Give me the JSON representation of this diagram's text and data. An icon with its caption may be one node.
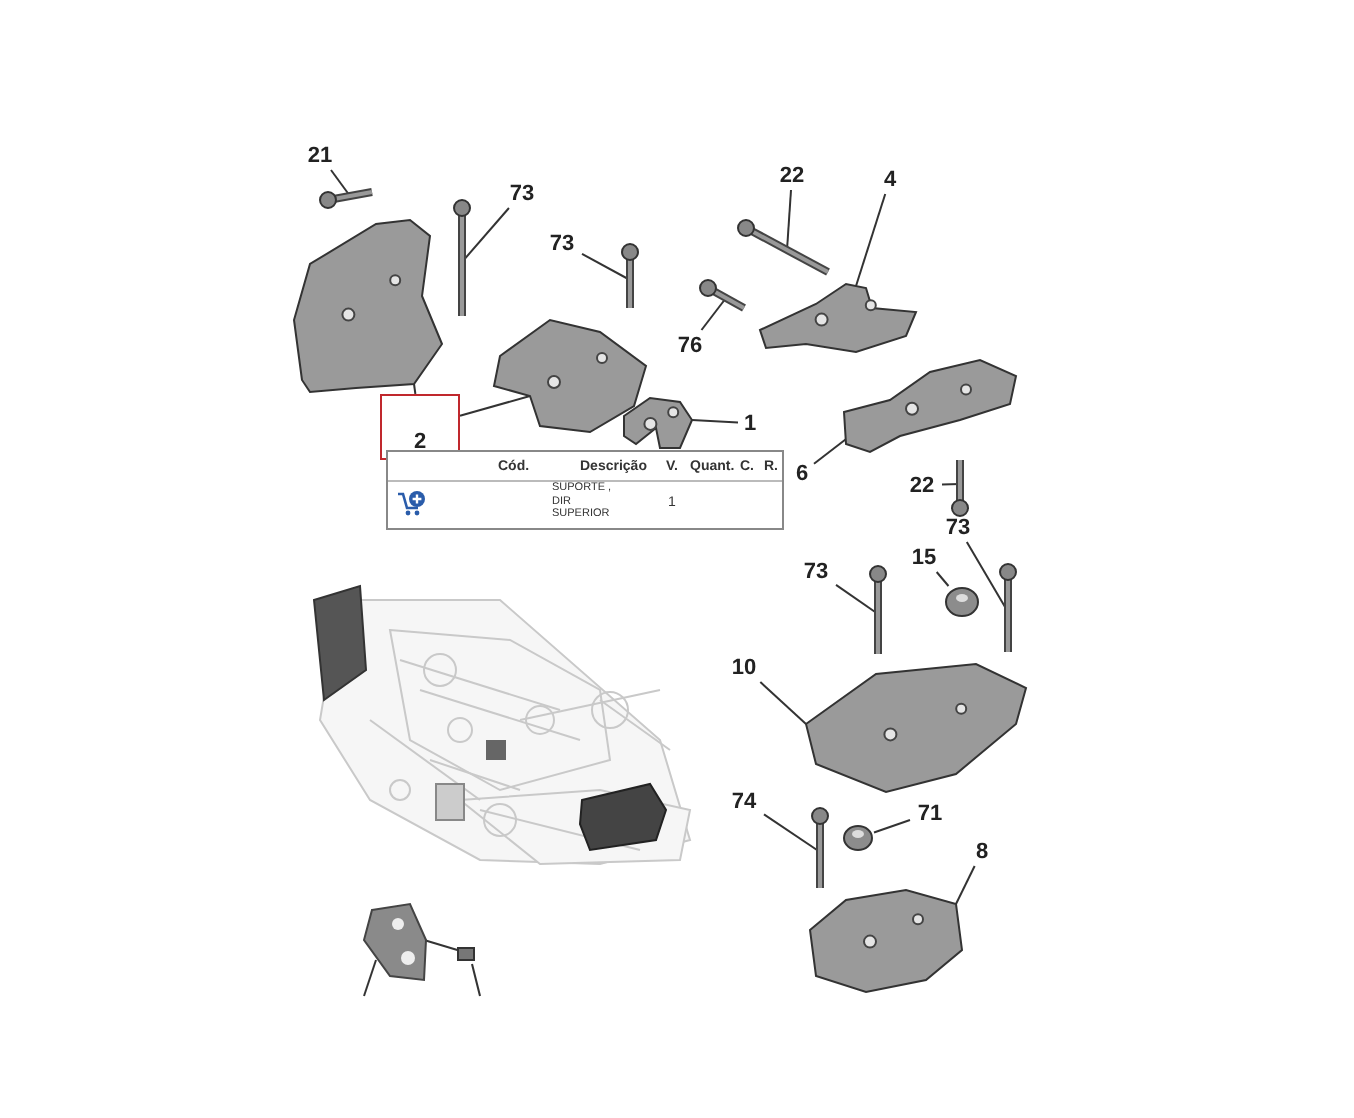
{
  "diagram": {
    "nodes": [
      {
        "text": [
          "21"
        ]
      },
      {
        "text": [],
        "shape": "picture"
      },
      {
        "text": [
          "73"
        ]
      },
      {
        "text": [],
        "shape": "picture"
      },
      {
        "text": [
          "73"
        ]
      },
      {
        "text": [],
        "shape": "picture"
      },
      {
        "text": [
          "2"
        ]
      },
      {
        "text": [],
        "shape": "picture"
      },
      {
        "text": [],
        "shape": "picture"
      },
      {
        "text": [
          "1"
        ]
      },
      {
        "text": [],
        "shape": "picture"
      },
      {
        "text": [
          "22"
        ]
      },
      {
        "text": [],
        "shape": "picture"
      },
      {
        "text": [
          "4"
        ]
      },
      {
        "text": [],
        "shape": "picture"
      },
      {
        "text": [
          "76"
        ]
      },
      {
        "text": [],
        "shape": "picture"
      },
      {
        "text": [
          "6"
        ]
      },
      {
        "text": [],
        "shape": "picture"
      },
      {
        "text": [
          "22"
        ]
      },
      {
        "text": [],
        "shape": "picture"
      },
      {
        "text": [
          "73"
        ]
      },
      {
        "text": [],
        "shape": "picture"
      },
      {
        "text": [
          "15"
        ]
      },
      {
        "text": [],
        "shape": "picture"
      },
      {
        "text": [
          "73"
        ]
      },
      {
        "text": [],
        "shape": "picture"
      },
      {
        "text": [
          "10"
        ]
      },
      {
        "text": [],
        "shape": "picture"
      },
      {
        "text": [
          "74"
        ]
      },
      {
        "text": [],
        "shape": "picture"
      },
      {
        "text": [
          "71"
        ]
      },
      {
        "text": [],
        "shape": "picture"
      },
      {
        "text": [
          "8"
        ]
      },
      {
        "text": [],
        "shape": "picture"
      }
    ],
    "edges": [
      {
        "from": 0,
        "to": 1,
        "arrow": "none"
      },
      {
        "from": 2,
        "to": 3,
        "arrow": "none"
      },
      {
        "from": 4,
        "to": 5,
        "arrow": "none"
      },
      {
        "from": 6,
        "to": 7,
        "arrow": "none"
      },
      {
        "from": 6,
        "to": 8,
        "arrow": "none"
      },
      {
        "from": 9,
        "to": 10,
        "arrow": "none"
      },
      {
        "from": 11,
        "to": 12,
        "arrow": "none"
      },
      {
        "from": 13,
        "to": 14,
        "arrow": "none"
      },
      {
        "from": 15,
        "to": 16,
        "arrow": "none"
      },
      {
        "from": 17,
        "to": 18,
        "arrow": "none"
      },
      {
        "from": 19,
        "to": 20,
        "arrow": "none"
      },
      {
        "from": 21,
        "to": 22,
        "arrow": "none"
      },
      {
        "from": 23,
        "to": 24,
        "arrow": "none"
      },
      {
        "from": 25,
        "to": 26,
        "arrow": "none"
      },
      {
        "from": 27,
        "to": 28,
        "arrow": "none"
      },
      {
        "from": 29,
        "to": 30,
        "arrow": "none"
      },
      {
        "from": 31,
        "to": 32,
        "arrow": "none"
      },
      {
        "from": 33,
        "to": 34,
        "arrow": "none"
      }
    ],
    "labels": [
      "Cód.",
      "Descrição",
      "V.",
      "Quant.",
      "C.",
      "R.",
      "SUPORTE , DIR SUPERIOR",
      "1"
    ]
  }
}
